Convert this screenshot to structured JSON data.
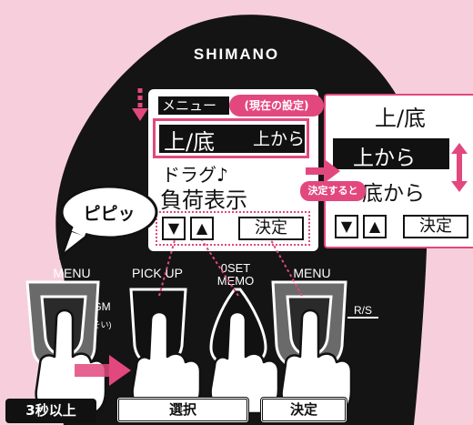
{
  "device": {
    "brand": "SHIMANO"
  },
  "lcd_main": {
    "row1": "メニュー",
    "current_setting_tag": "(現在の設定)",
    "row2_left": "上/底",
    "row2_right": "上から",
    "row3": "ドラグ♪",
    "row4": "負荷表示",
    "soft_keys": [
      "▼",
      "▲",
      "決定"
    ]
  },
  "lcd_popup": {
    "title": "上/底",
    "option_selected": "上から",
    "option_other": "底から",
    "soft_keys": [
      "▼",
      "▲",
      "決定"
    ]
  },
  "annotation": {
    "on_confirm": "決定すると",
    "beep": "ピピッ"
  },
  "buttons": {
    "menu_left": "MENU",
    "pickup": "PICK UP",
    "oset_line1": "0SET",
    "oset_line2": "MEMO",
    "menu_right": "MENU",
    "rs": "R/S",
    "gm_fragment": "GM",
    "soi_fragment": "そい)"
  },
  "captions": {
    "hold": "3秒以上",
    "select": "選択",
    "confirm": "決定"
  },
  "colors": {
    "background": "#f7cfdc",
    "accent": "#e2487e",
    "device": "#141414",
    "panel": "#ffffff"
  }
}
